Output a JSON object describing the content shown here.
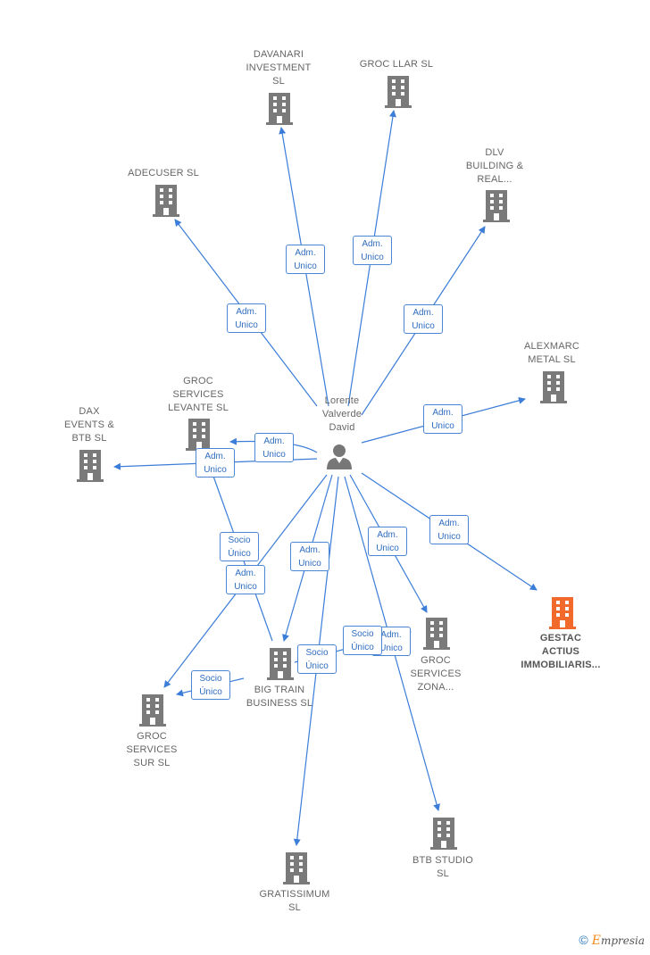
{
  "center": {
    "label": "Lorente\nValverde\nDavid"
  },
  "companies": [
    {
      "id": "davanari",
      "label": "DAVANARI\nINVESTMENT\nSL"
    },
    {
      "id": "grocllar",
      "label": "GROC LLAR SL"
    },
    {
      "id": "adecuser",
      "label": "ADECUSER  SL"
    },
    {
      "id": "dlv",
      "label": "DLV\nBUILDING &\nREAL..."
    },
    {
      "id": "alexmarc",
      "label": "ALEXMARC\nMETAL  SL"
    },
    {
      "id": "levante",
      "label": "GROC\nSERVICES\nLEVANTE  SL"
    },
    {
      "id": "dax",
      "label": "DAX\nEVENTS &\nBTB  SL"
    },
    {
      "id": "gestac",
      "label": "GESTAC\nACTIUS\nIMMOBILIARIS...",
      "highlight": true
    },
    {
      "id": "bigtrain",
      "label": "BIG TRAIN\nBUSINESS  SL"
    },
    {
      "id": "zona",
      "label": "GROC\nSERVICES\nZONA..."
    },
    {
      "id": "sur",
      "label": "GROC\nSERVICES\nSUR  SL"
    },
    {
      "id": "btbstudio",
      "label": "BTB STUDIO\nSL"
    },
    {
      "id": "gratissimum",
      "label": "GRATISSIMUM\nSL"
    }
  ],
  "relations": [
    {
      "label": "Adm.\nUnico"
    },
    {
      "label": "Adm.\nUnico"
    },
    {
      "label": "Adm.\nUnico"
    },
    {
      "label": "Adm.\nUnico"
    },
    {
      "label": "Adm.\nUnico"
    },
    {
      "label": "Adm.\nUnico"
    },
    {
      "label": "Adm.\nUnico"
    },
    {
      "label": "Adm.\nUnico"
    },
    {
      "label": "Adm.\nUnico"
    },
    {
      "label": "Adm.\nUnico"
    },
    {
      "label": "Adm.\nUnico"
    },
    {
      "label": "Adm.\nUnico"
    },
    {
      "label": "Socio\nÚnico"
    },
    {
      "label": "Socio\nÚnico"
    },
    {
      "label": "Socio\nÚnico"
    }
  ],
  "colors": {
    "edge": "#3b7dd8",
    "building": "#7a7a7a",
    "building_highlight": "#f26a2b",
    "person": "#777777"
  },
  "brand": {
    "copyright": "©",
    "name_initial": "E",
    "name_rest": "mpresia"
  }
}
